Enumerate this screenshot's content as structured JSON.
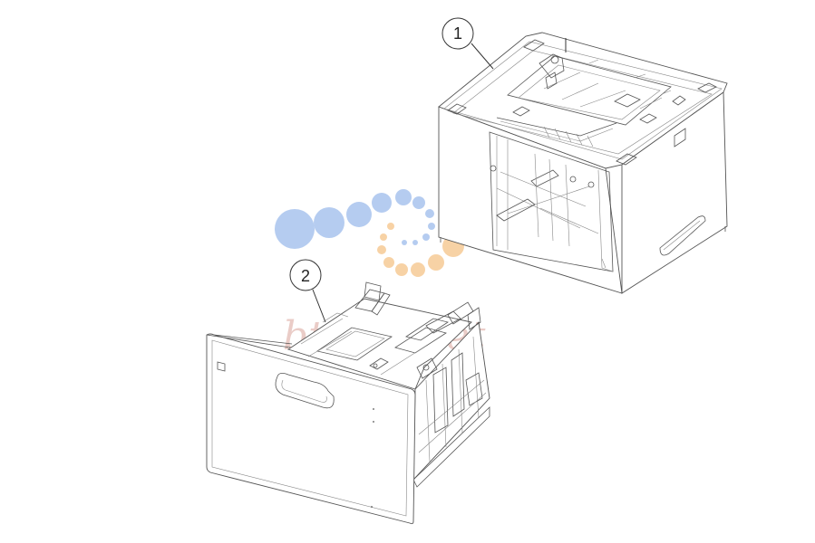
{
  "diagram": {
    "callouts": [
      {
        "id": "1",
        "label": "1"
      },
      {
        "id": "2",
        "label": "2"
      }
    ],
    "watermark": {
      "text": "bt-Market",
      "dot_colors_blue": "#a9c4ee",
      "dot_colors_orange": "#f6c78f"
    }
  }
}
